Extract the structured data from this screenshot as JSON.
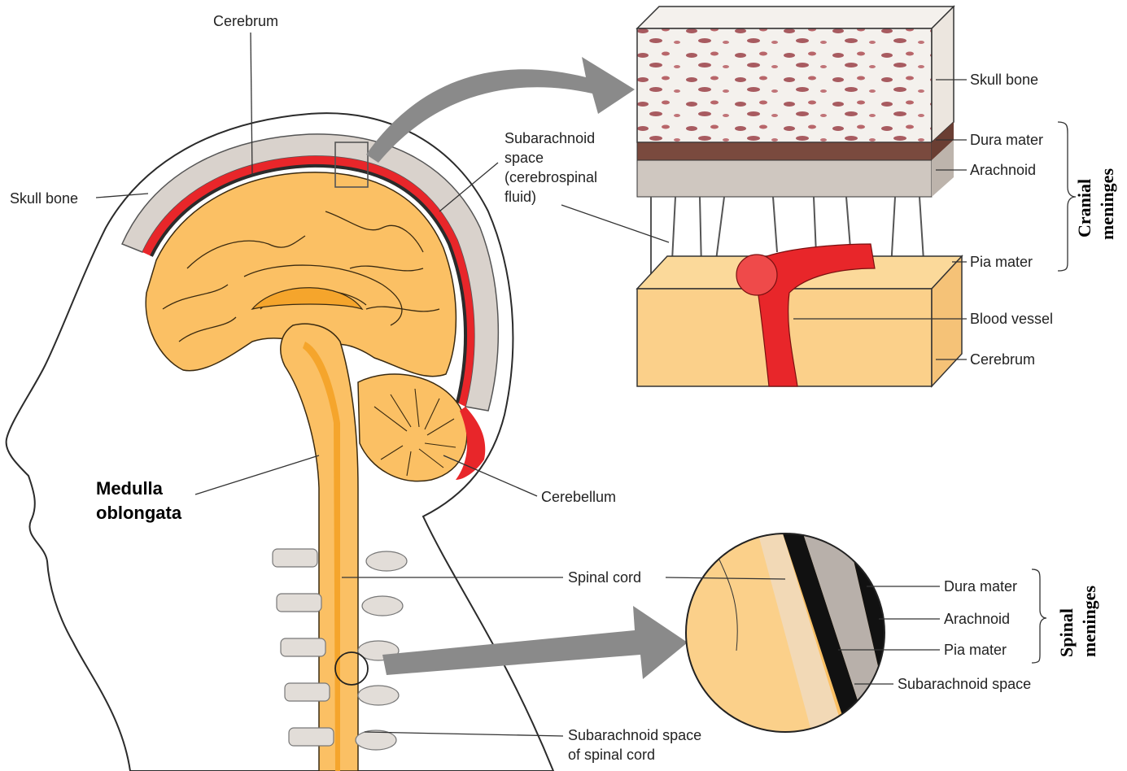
{
  "colors": {
    "brain": "#fbc064",
    "brain_dark": "#f5a52c",
    "red_layer": "#e8262a",
    "skull": "#c9c2bc",
    "dura": "#7a4a3e",
    "arrow": "#8a8a8a",
    "skin": "#ffffff",
    "outline": "#2b2b2b"
  },
  "icons": [
    "arrow-to-cranial-detail-icon",
    "arrow-to-spinal-detail-icon"
  ],
  "labels": {
    "cerebrum_top": "Cerebrum",
    "skull_bone_left": "Skull bone",
    "subarachnoid": [
      "Subarachnoid",
      "space",
      "(cerebrospinal",
      "fluid)"
    ],
    "medulla": [
      "Medulla",
      "oblongata"
    ],
    "cerebellum": "Cerebellum",
    "spinal_cord": "Spinal cord",
    "subarachnoid_spinal": [
      "Subarachnoid space",
      "of spinal cord"
    ]
  },
  "cranial_detail": {
    "labels": [
      "Skull bone",
      "Dura mater",
      "Arachnoid",
      "Pia mater",
      "Blood vessel",
      "Cerebrum"
    ],
    "group_label": [
      "Cranial",
      "meninges"
    ]
  },
  "spinal_detail": {
    "labels": [
      "Dura mater",
      "Arachnoid",
      "Pia mater",
      "Subarachnoid space"
    ],
    "group_label": [
      "Spinal",
      "meninges"
    ]
  }
}
